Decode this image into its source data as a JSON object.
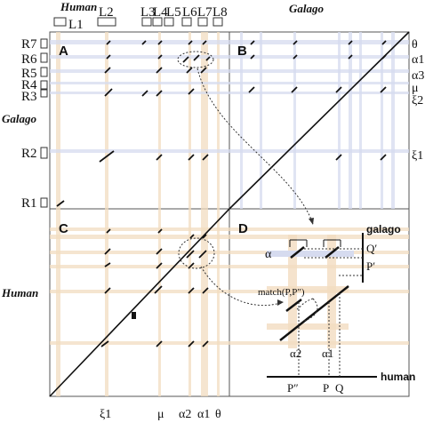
{
  "top_species": {
    "left": "Human",
    "right": "Galago"
  },
  "side_species": {
    "upper": "Galago",
    "lower": "Human"
  },
  "top_labels": [
    "L1",
    "L2",
    "L3",
    "L4",
    "L5",
    "L6",
    "L7",
    "L8"
  ],
  "row_labels": [
    "R7",
    "R6",
    "R5",
    "R4",
    "R3",
    "R2",
    "R1"
  ],
  "panels": {
    "a": "A",
    "b": "B",
    "c": "C",
    "d": "D"
  },
  "right_greek": [
    "θ",
    "α1",
    "α3",
    "μ",
    "ξ2",
    "ξ1"
  ],
  "bottom_greek": [
    "ξ1",
    "μ",
    "α2",
    "α1",
    "θ"
  ],
  "panel_d": {
    "galago": "galago",
    "human": "human",
    "alpha": "α",
    "q_prime": "Q′",
    "p_prime": "P′",
    "match": "match(P,P″)",
    "alpha2": "α2",
    "alpha1": "α1",
    "p_dprime": "P″",
    "p": "P",
    "q": "Q"
  },
  "colors": {
    "orange": "#f2dcc0",
    "blue": "#d6dbef",
    "line": "#111111"
  }
}
